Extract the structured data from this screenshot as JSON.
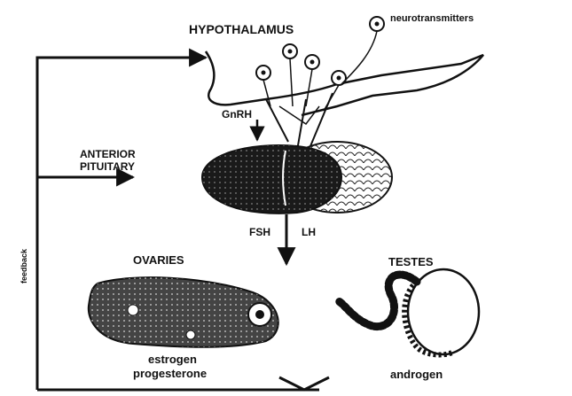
{
  "labels": {
    "hypothalamus": "HYPOTHALAMUS",
    "neurotransmitters": "neurotransmitters",
    "gnrh": "GnRH",
    "anterior": "ANTERIOR",
    "pituitary": "PITUITARY",
    "fsh": "FSH",
    "lh": "LH",
    "ovaries": "OVARIES",
    "testes": "TESTES",
    "estrogen": "estrogen",
    "progesterone": "progesterone",
    "androgen": "androgen",
    "feedback": "feedback"
  }
}
